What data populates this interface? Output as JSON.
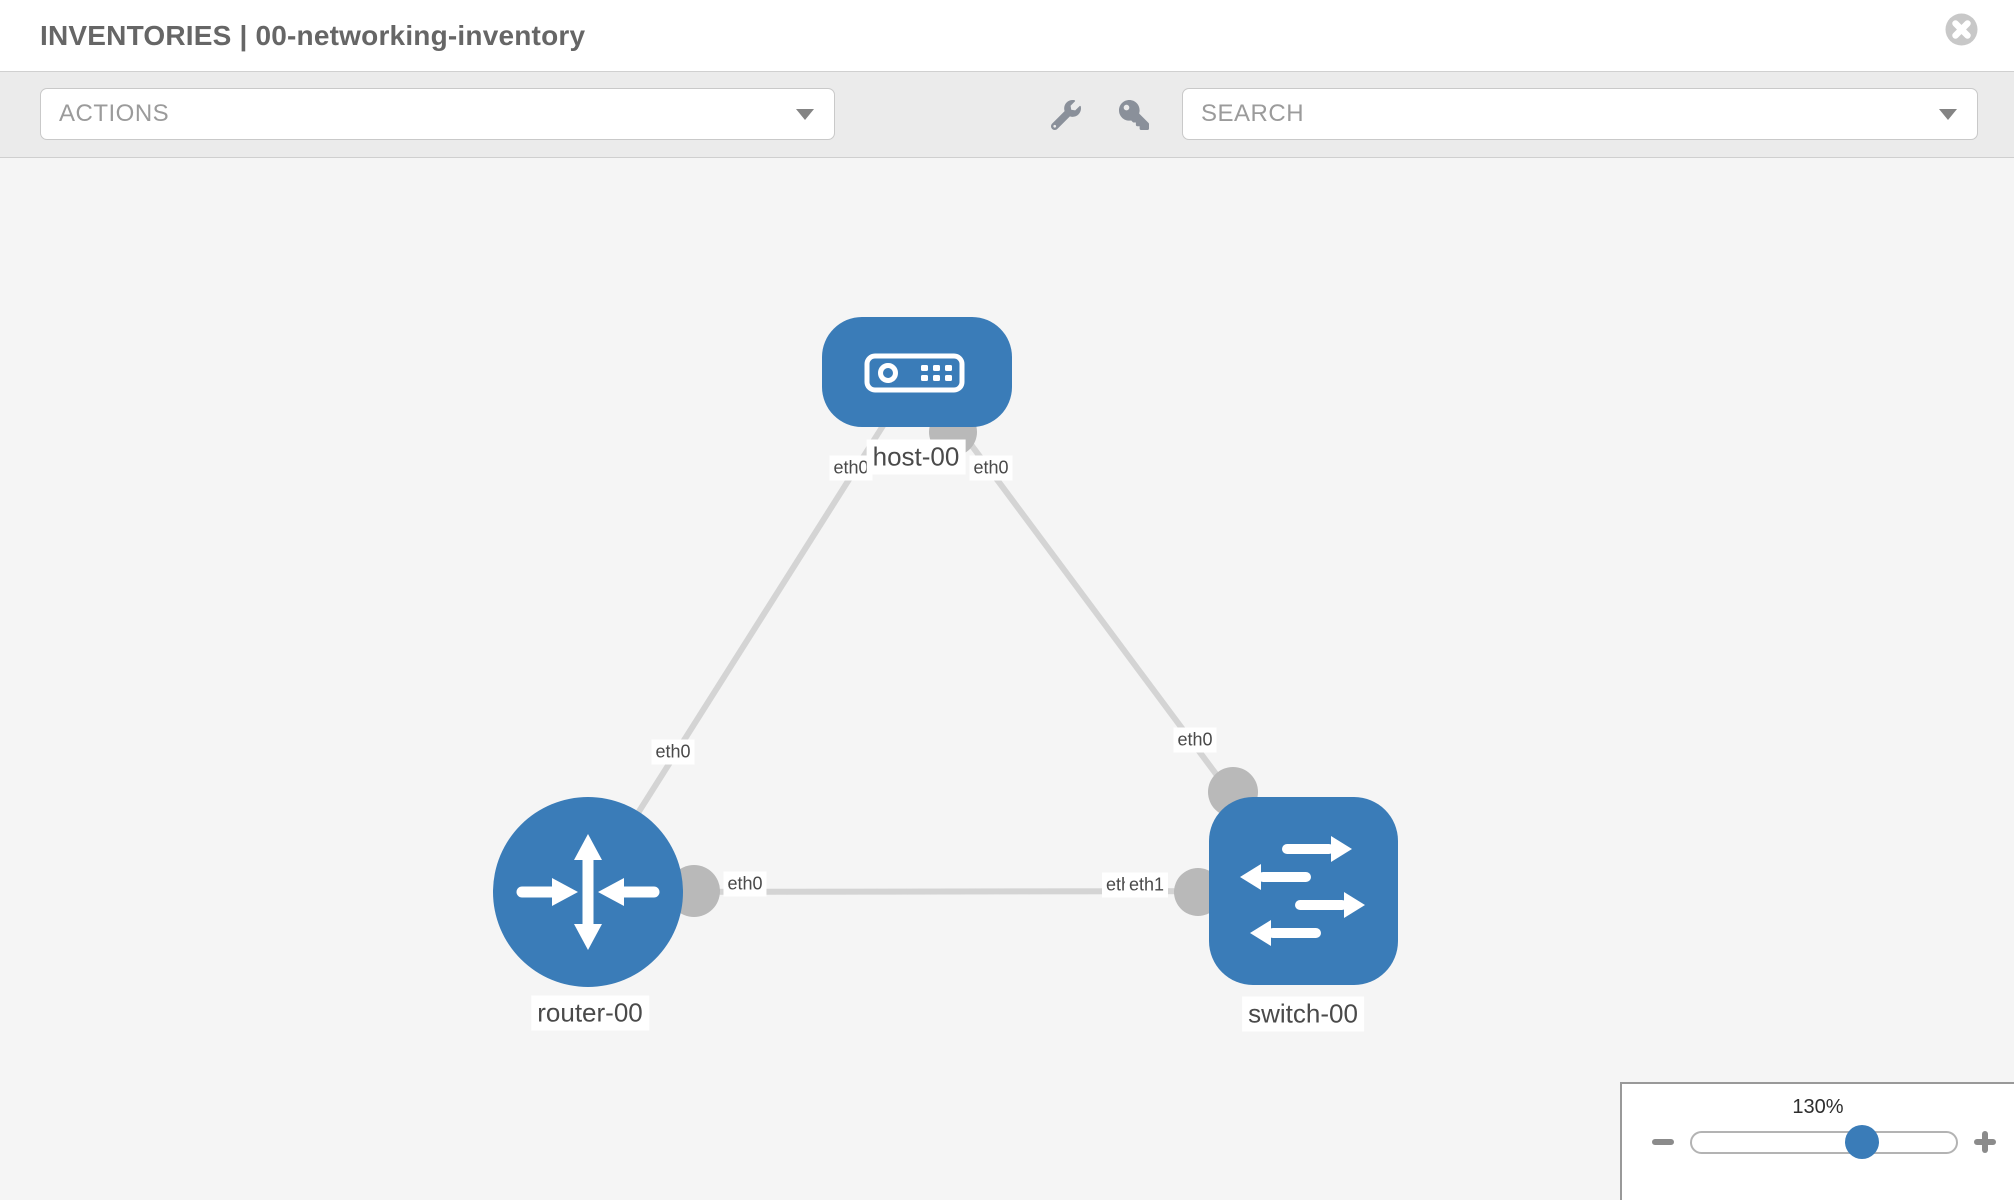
{
  "header": {
    "title": "INVENTORIES | 00-networking-inventory",
    "close_icon": "times-circle-icon"
  },
  "toolbar": {
    "actions_label": "ACTIONS",
    "search_label": "SEARCH",
    "tool_icons": [
      "wrench-icon",
      "key-icon"
    ]
  },
  "topology": {
    "nodes": [
      {
        "id": "host-00",
        "type": "host",
        "label": "host-00"
      },
      {
        "id": "router-00",
        "type": "router",
        "label": "router-00"
      },
      {
        "id": "switch-00",
        "type": "switch",
        "label": "switch-00"
      }
    ],
    "links": [
      {
        "from": "host-00",
        "from_iface": "eth0",
        "to": "router-00",
        "to_iface": "eth0"
      },
      {
        "from": "host-00",
        "from_iface": "eth0",
        "to": "switch-00",
        "to_iface": "eth0"
      },
      {
        "from": "router-00",
        "from_iface": "eth0",
        "to": "switch-00",
        "to_iface": "eth1",
        "to_iface_overlapped": "eth0"
      }
    ]
  },
  "zoom_control": {
    "level": "130%",
    "minus_icon": "minus-icon",
    "plus_icon": "plus-icon"
  },
  "colors": {
    "node_blue": "#3a7cb8",
    "link_gray": "#d4d4d4",
    "port_gray": "#b9b9b9",
    "canvas_bg": "#f5f5f5",
    "toolbar_bg": "#ebebeb",
    "title_gray": "#666666",
    "placeholder_gray": "#9b9b9b",
    "icon_gray": "#8a909a",
    "slider_thumb_blue": "#3a7cb8"
  }
}
